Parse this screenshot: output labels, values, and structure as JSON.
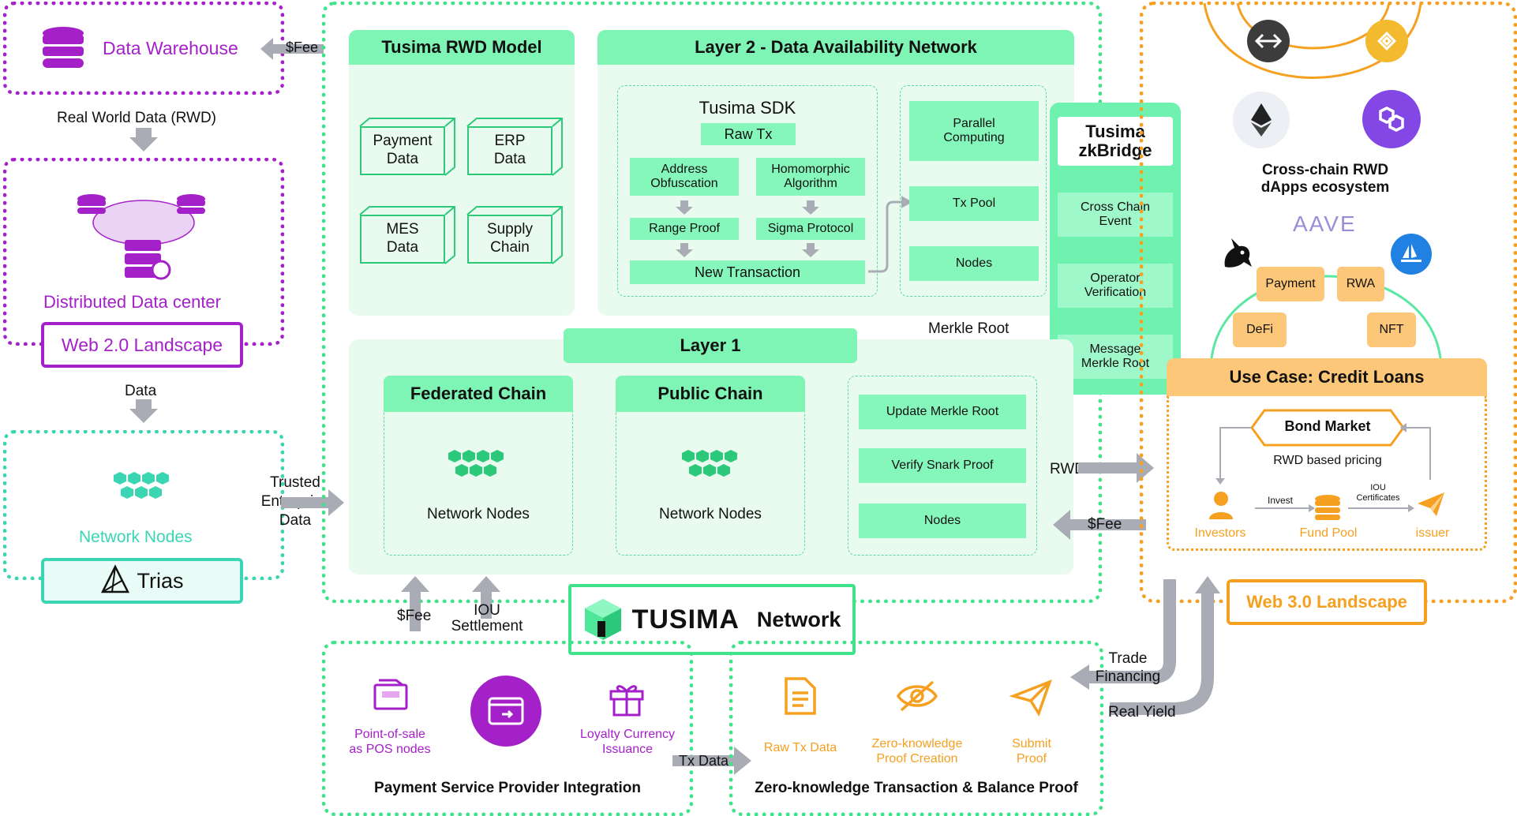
{
  "left": {
    "data_warehouse": "Data Warehouse",
    "fee_top": "$Fee",
    "rwd_label": "Real World Data (RWD)",
    "distributed_dc": "Distributed Data center",
    "web2": "Web 2.0 Landscape",
    "data_label": "Data",
    "network_nodes": "Network Nodes",
    "trias": "Trias",
    "trusted_line1": "Trusted",
    "trusted_line2": "Enterprise",
    "trusted_line3": "Data"
  },
  "rwd_model": {
    "title": "Tusima RWD Model",
    "boxes": [
      {
        "l1": "Payment",
        "l2": "Data"
      },
      {
        "l1": "ERP",
        "l2": "Data"
      },
      {
        "l1": "MES",
        "l2": "Data"
      },
      {
        "l1": "Supply",
        "l2": "Chain"
      }
    ]
  },
  "layer2": {
    "title": "Layer 2 - Data Availability Network",
    "sdk_title": "Tusima SDK",
    "raw_tx": "Raw Tx",
    "addr_l1": "Address",
    "addr_l2": "Obfuscation",
    "homo_l1": "Homomorphic",
    "homo_l2": "Algorithm",
    "range_proof": "Range Proof",
    "sigma": "Sigma Protocol",
    "new_tx": "New Transaction",
    "parallel_l1": "Parallel",
    "parallel_l2": "Computing",
    "tx_pool": "Tx Pool",
    "nodes": "Nodes"
  },
  "zkbridge": {
    "title_l1": "Tusima",
    "title_l2": "zkBridge",
    "cross_l1": "Cross Chain",
    "cross_l2": "Event",
    "op_l1": "Operator",
    "op_l2": "Verification",
    "msg_l1": "Message",
    "msg_l2": "Merkle Root"
  },
  "merkle_root": "Merkle Root",
  "layer1": {
    "title": "Layer 1",
    "federated": "Federated Chain",
    "public": "Public Chain",
    "net_nodes": "Network Nodes",
    "update_merkle": "Update Merkle Root",
    "verify_snark": "Verify Snark Proof",
    "nodes": "Nodes"
  },
  "rwd_model_arrow": "RWD Model",
  "fee_right": "$Fee",
  "fee_bottom": "$Fee",
  "iou_l1": "IOU",
  "iou_l2": "Settlement",
  "tusima_network": {
    "brand": "TUSIMA",
    "suffix": "Network"
  },
  "psp": {
    "pos_l1": "Point-of-sale",
    "pos_l2": "as POS nodes",
    "loyalty_l1": "Loyalty Currency",
    "loyalty_l2": "Issuance",
    "title": "Payment Service Provider Integration"
  },
  "tx_data": "Tx Data",
  "zk": {
    "raw_tx": "Raw Tx Data",
    "zkp_l1": "Zero-knowledge",
    "zkp_l2": "Proof Creation",
    "submit_l1": "Submit",
    "submit_l2": "Proof",
    "title": "Zero-knowledge Transaction & Balance Proof"
  },
  "web3": {
    "crosschain_l1": "Cross-chain RWD",
    "crosschain_l2": "dApps ecosystem",
    "aave": "AAVE",
    "payment": "Payment",
    "rwa": "RWA",
    "defi": "DeFi",
    "nft": "NFT",
    "use_case": "Use Case: Credit Loans",
    "bond_market": "Bond Market",
    "rwd_pricing": "RWD based pricing",
    "invest": "Invest",
    "iou_l1": "IOU",
    "iou_l2": "Certificates",
    "investors": "Investors",
    "fund_pool": "Fund Pool",
    "issuer": "issuer",
    "landscape": "Web 3.0 Landscape"
  },
  "trade_l1": "Trade",
  "trade_l2": "Financing",
  "real_yield": "Real Yield",
  "colors": {
    "purple": "#a421c9",
    "teal": "#3ad6b4",
    "green": "#7ef5b4",
    "orange": "#f5a020",
    "grey_arrow": "#a9acb5"
  }
}
